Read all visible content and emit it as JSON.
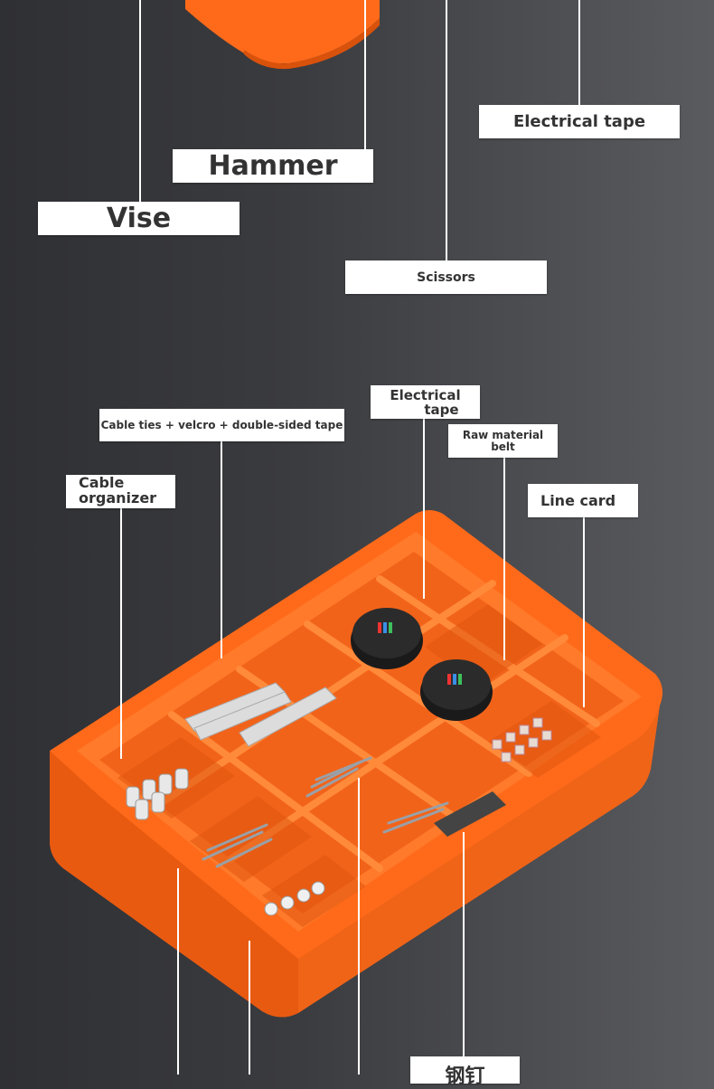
{
  "labels": {
    "hammer": "Hammer",
    "vise": "Vise",
    "electrical_tape_top": "Electrical tape",
    "scissors": "Scissors",
    "cable_ties": "Cable ties + velcro + double-sided tape",
    "electrical_tape_1": "Electrical",
    "electrical_tape_2": "tape",
    "raw_material_1": "Raw material",
    "raw_material_2": "belt",
    "cable_organizer_1": "Cable",
    "cable_organizer_2": "organizer",
    "line_card": "Line card",
    "steel_nail": "钢钉"
  },
  "colors": {
    "box_orange": "#ff6a1a",
    "box_dark": "#e85a10",
    "label_bg": "#ffffff"
  }
}
